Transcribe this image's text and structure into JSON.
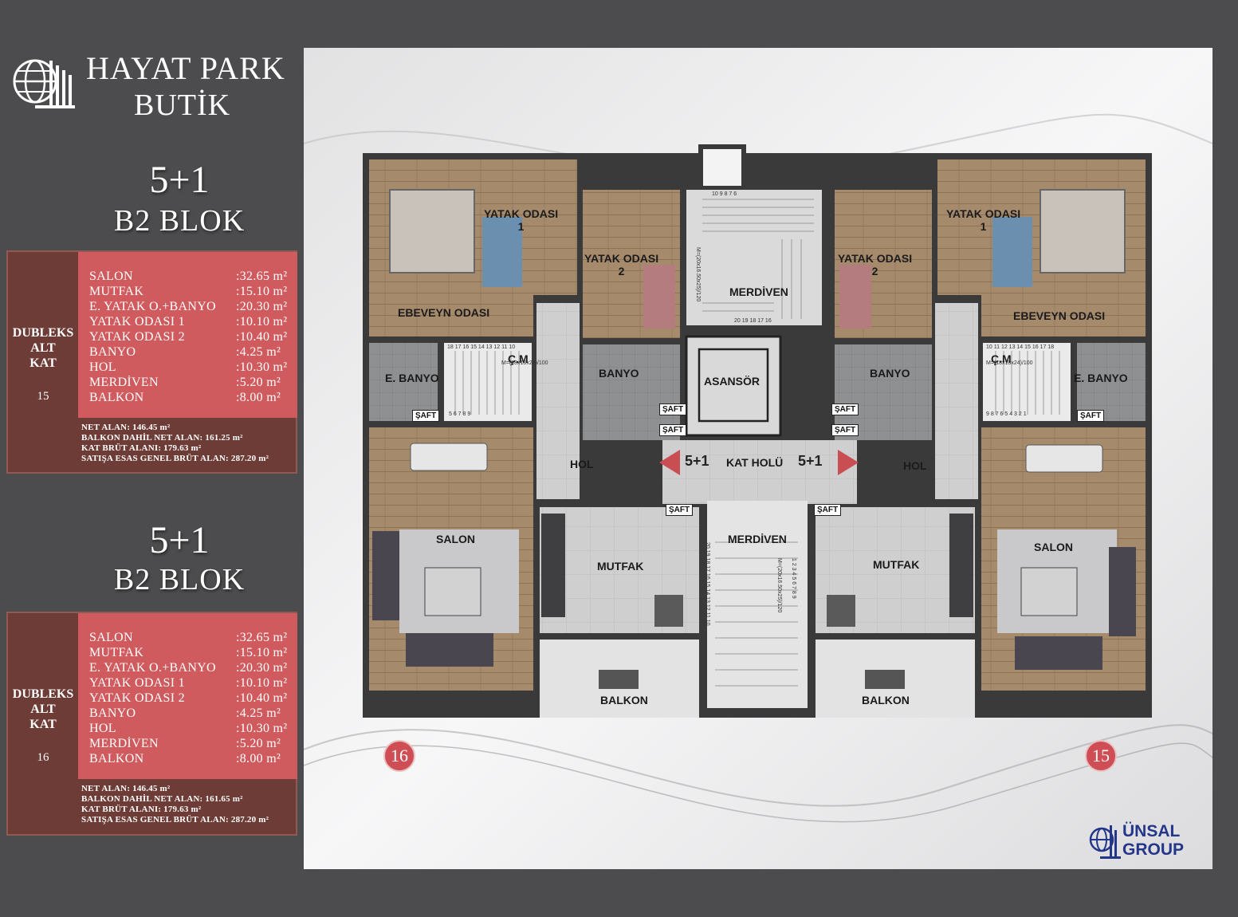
{
  "brand": {
    "name": "HAYAT PARK",
    "sub": "BUTİK"
  },
  "units": [
    {
      "title": "5+1",
      "block": "B2  BLOK",
      "floor_label": [
        "DUBLEKS",
        "ALT",
        "KAT"
      ],
      "floor_no": "15",
      "rooms": [
        {
          "name": "SALON",
          "area": ":32.65 m²"
        },
        {
          "name": "MUTFAK",
          "area": ":15.10 m²"
        },
        {
          "name": "E. YATAK O.+BANYO",
          "area": ":20.30 m²"
        },
        {
          "name": "YATAK ODASI 1",
          "area": ":10.10 m²"
        },
        {
          "name": "YATAK ODASI 2",
          "area": ":10.40 m²"
        },
        {
          "name": "BANYO",
          "area": ":4.25 m²"
        },
        {
          "name": "HOL",
          "area": ":10.30 m²"
        },
        {
          "name": "MERDİVEN",
          "area": ":5.20 m²"
        },
        {
          "name": "BALKON",
          "area": ":8.00 m²"
        }
      ],
      "totals": [
        "NET ALAN: 146.45 m²",
        "BALKON DAHİL NET ALAN: 161.25 m²",
        "KAT BRÜT ALANI: 179.63 m²",
        "SATIŞA ESAS GENEL BRÜT ALAN: 287.20 m²"
      ]
    },
    {
      "title": "5+1",
      "block": "B2  BLOK",
      "floor_label": [
        "DUBLEKS",
        "ALT",
        "KAT"
      ],
      "floor_no": "16",
      "rooms": [
        {
          "name": "SALON",
          "area": ":32.65 m²"
        },
        {
          "name": "MUTFAK",
          "area": ":15.10 m²"
        },
        {
          "name": "E. YATAK O.+BANYO",
          "area": ":20.30 m²"
        },
        {
          "name": "YATAK ODASI 1",
          "area": ":10.10 m²"
        },
        {
          "name": "YATAK ODASI 2",
          "area": ":10.40 m²"
        },
        {
          "name": "BANYO",
          "area": ":4.25 m²"
        },
        {
          "name": "HOL",
          "area": ":10.30 m²"
        },
        {
          "name": "MERDİVEN",
          "area": ":5.20 m²"
        },
        {
          "name": "BALKON",
          "area": ":8.00 m²"
        }
      ],
      "totals": [
        "NET ALAN: 146.45 m²",
        "BALKON DAHİL NET ALAN: 161.65 m²",
        "KAT BRÜT ALANI: 179.63 m²",
        "SATIŞA ESAS GENEL BRÜT ALAN: 287.20 m²"
      ]
    }
  ],
  "plan": {
    "rooms": {
      "yatak1_line1": "YATAK ODASI",
      "yatak1_line2": "1",
      "yatak2_line1": "YATAK ODASI",
      "yatak2_line2": "2",
      "ebeveyn": "EBEVEYN ODASI",
      "e_banyo": "E. BANYO",
      "cm": "Ç.M",
      "banyo": "BANYO",
      "hol": "HOL",
      "salon": "SALON",
      "mutfak": "MUTFAK",
      "balkon": "BALKON",
      "merdiven": "MERDİVEN",
      "asansor": "ASANSÖR",
      "kat_holu": "KAT HOLÜ",
      "saft": "ŞAFT",
      "unit_type": "5+1"
    },
    "unit_numbers": {
      "left": "16",
      "right": "15"
    },
    "stair_labels": {
      "upper": "M=(20x16.50x25)/120",
      "lower": "M=(20x16.50x25)/120",
      "unit": "M=(18x18x24)/100"
    },
    "step_numbers": {
      "top_row": "10  9  8  7  6",
      "upper_bottom": "20 19 18 17 16",
      "left_upper": "18 17 16 15 14 13 12 11 10",
      "left_lower": "5  6  7  8  9",
      "right_upper": "10 11 12 13 14 15 16 17 18",
      "right_lower": "9  8  7  6  5  4  3  2  1",
      "lower_left": "20 19 18 17 16 15 14 13 12 11 10",
      "lower_right": "1 2 3 4 5 6 7 8 9"
    }
  },
  "company": {
    "line1": "ÜNSAL",
    "line2": "GROUP"
  },
  "colors": {
    "background": "#4c4c4e",
    "panel_dark": "#6e3c36",
    "panel_accent": "#cf5b5e",
    "wood": "#a68a6c",
    "tile": "#c9c9c9",
    "wall": "#3a3a3a",
    "arrow": "#c94e53",
    "company_blue": "#24368a"
  },
  "icons": [
    "building-globe-logo-icon",
    "company-logo-icon",
    "arrow-left-icon",
    "arrow-right-icon"
  ]
}
